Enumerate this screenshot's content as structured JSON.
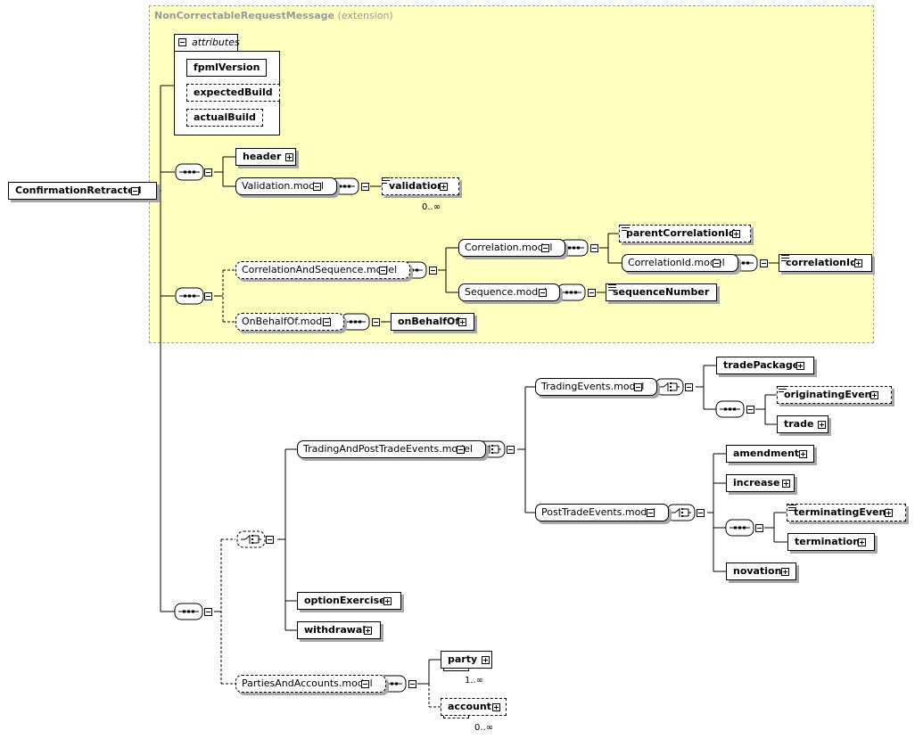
{
  "extension": {
    "type_name": "NonCorrectableRequestMessage",
    "suffix": "(extension)"
  },
  "attributes": {
    "tab_label": "attributes",
    "items": [
      "fpmlVersion",
      "expectedBuild",
      "actualBuild"
    ]
  },
  "root": "ConfirmationRetracted",
  "elements": {
    "header": "header",
    "validation": "validation",
    "validation_card": "0..∞",
    "parentCorrelationId": "parentCorrelationId",
    "correlationId": "correlationId",
    "sequenceNumber": "sequenceNumber",
    "onBehalfOf": "onBehalfOf",
    "tradePackage": "tradePackage",
    "originatingEvent": "originatingEvent",
    "trade": "trade",
    "amendment": "amendment",
    "increase": "increase",
    "terminatingEvent": "terminatingEvent",
    "termination": "termination",
    "novation": "novation",
    "optionExercise": "optionExercise",
    "withdrawal": "withdrawal",
    "party": "party",
    "party_card": "1..∞",
    "account": "account",
    "account_card": "0..∞"
  },
  "groups": {
    "validation_model": "Validation.model",
    "correlation_and_sequence": "CorrelationAndSequence.model",
    "correlation_model": "Correlation.model",
    "correlation_id_model": "CorrelationId.model",
    "sequence_model": "Sequence.model",
    "on_behalf_of_model": "OnBehalfOf.model",
    "trading_and_post": "TradingAndPostTradeEvents.model",
    "trading_events": "TradingEvents.model",
    "post_trade_events": "PostTradeEvents.model",
    "parties_and_accounts": "PartiesAndAccounts.model"
  }
}
